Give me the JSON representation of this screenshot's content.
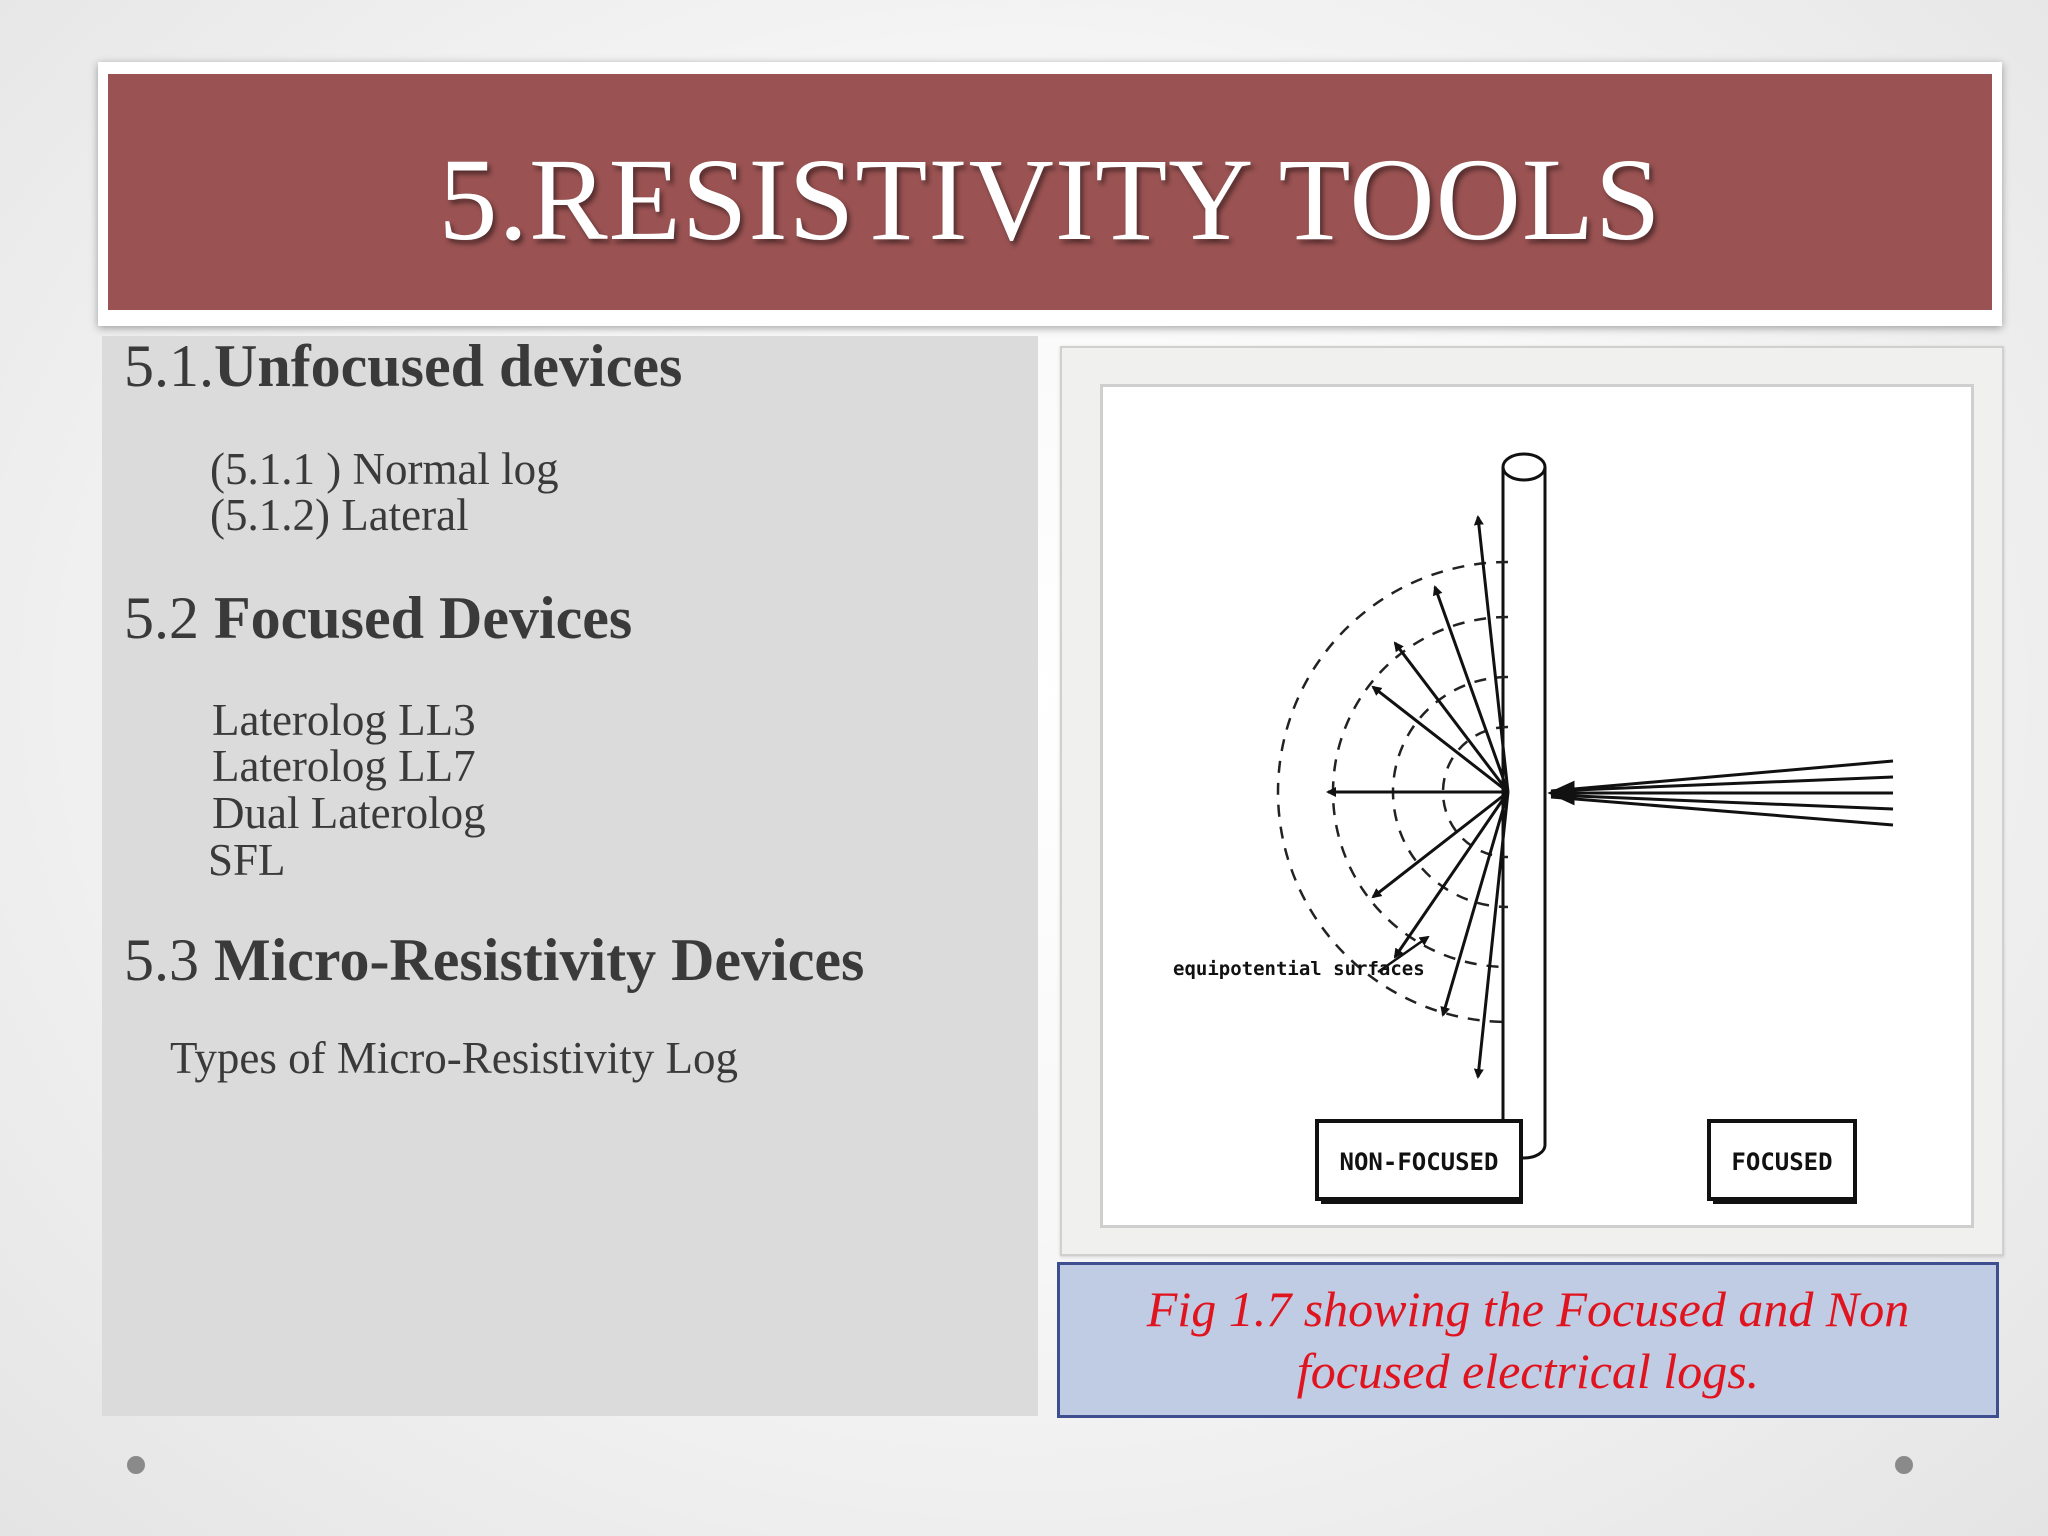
{
  "slide": {
    "title": "5.RESISTIVITY TOOLS"
  },
  "sections": [
    {
      "number": "5.1.",
      "title": "Unfocused devices",
      "items": [
        "(5.1.1 ) Normal log",
        "(5.1.2) Lateral"
      ]
    },
    {
      "number": "5.2",
      "title": "Focused Devices",
      "items": [
        "Laterolog LL3",
        "Laterolog LL7",
        "Dual Laterolog",
        "SFL"
      ]
    },
    {
      "number": "5.3",
      "title": "Micro-Resistivity Devices",
      "items": [
        "Types of Micro-Resistivity Log"
      ]
    }
  ],
  "figure": {
    "annotation": "equipotential surfaces",
    "left_label": "NON-FOCUSED",
    "right_label": "FOCUSED",
    "caption": "Fig 1.7 showing the Focused and Non focused electrical logs."
  },
  "colors": {
    "title_band": "#9a5252",
    "caption_text": "#e0141e",
    "caption_bg": "#c0cbe4",
    "caption_border": "#3d4f8f"
  }
}
